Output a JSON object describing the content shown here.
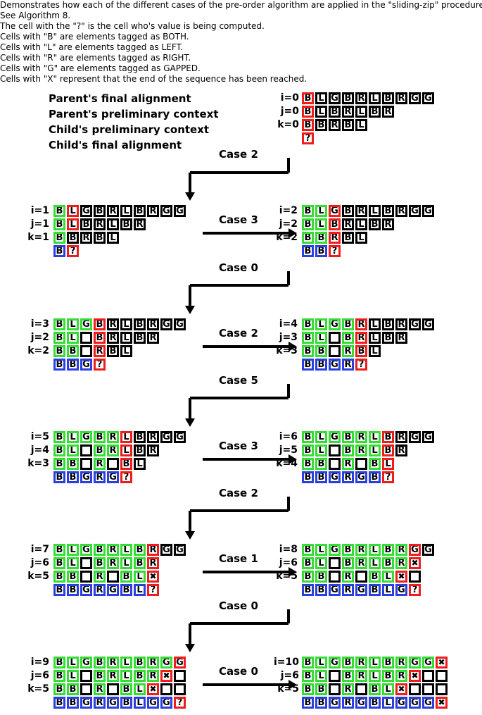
{
  "description": [
    "Demonstrates how each of the different cases of the pre-order algorithm are applied in the \"sliding-zip\" procedure.",
    "See Algorithm 8.",
    "The cell with the \"?\" is the cell who's value is being computed.",
    "Cells with \"B\" are elements tagged as BOTH.",
    "Cells with \"L\" are elements tagged as LEFT.",
    "Cells with \"R\" are elements tagged as RIGHT.",
    "Cells with \"G\" are elements tagged as GAPPED.",
    "Cells with \"X\" represent that the end of the sequence has been reached."
  ],
  "legend": [
    "Parent's final alignment",
    "Parent's preliminary context",
    "Child's preliminary context",
    "Child's final alignment"
  ],
  "colors": {
    "black": "#000000",
    "green": "#33dd33",
    "red": "#ee1c1c",
    "blue": "#2b3fe0"
  },
  "color_code": {
    "K": "black",
    "G": "green",
    "R": "red",
    "B": "blue"
  },
  "steps": [
    {
      "id": "s0",
      "labels": [
        "i=0",
        "j=0",
        "k=0"
      ],
      "rows": [
        {
          "text": "BLGBRLBRGG",
          "color": "RKKKKKKKKK"
        },
        {
          "text": "BLBRLBR",
          "color": "RKKKKKK"
        },
        {
          "text": "BBRBL",
          "color": "RKKKK"
        },
        {
          "text": "?",
          "color": "R"
        }
      ]
    },
    {
      "id": "s1",
      "labels": [
        "i=1",
        "j=1",
        "k=1"
      ],
      "rows": [
        {
          "text": "BLGBRLBRGG",
          "color": "GRKKKKKKKK"
        },
        {
          "text": "BLBRLBR",
          "color": "GRKKKKK"
        },
        {
          "text": "BBRBL",
          "color": "GKKKK"
        },
        {
          "text": "B?",
          "color": "BR"
        }
      ]
    },
    {
      "id": "s2",
      "labels": [
        "i=2",
        "j=2",
        "k=2"
      ],
      "rows": [
        {
          "text": "BLGBRLBRGG",
          "color": "GGRKKKKKKK"
        },
        {
          "text": "BLBRLBR",
          "color": "GGRKKKK"
        },
        {
          "text": "BBRBL",
          "color": "GGRKK"
        },
        {
          "text": "BB?",
          "color": "BBR"
        }
      ]
    },
    {
      "id": "s3",
      "labels": [
        "i=3",
        "j=2",
        "k=2"
      ],
      "rows": [
        {
          "text": "BLGBRLBRGG",
          "color": "GGGRKKKKKK"
        },
        {
          "text": "BL_BRLBR",
          "color": "GGKRKKKK"
        },
        {
          "text": "BB_RBL",
          "color": "GGKRKK"
        },
        {
          "text": "BBG?",
          "color": "BBBR"
        }
      ]
    },
    {
      "id": "s4",
      "labels": [
        "i=4",
        "j=3",
        "k=3"
      ],
      "rows": [
        {
          "text": "BLGBRLBRGG",
          "color": "GGGGRKKKKK"
        },
        {
          "text": "BL_BRLBR",
          "color": "GGKGRKKK"
        },
        {
          "text": "BB_RBL",
          "color": "GGKGRK"
        },
        {
          "text": "BBGR?",
          "color": "BBBBR"
        }
      ]
    },
    {
      "id": "s5",
      "labels": [
        "i=5",
        "j=4",
        "k=3"
      ],
      "rows": [
        {
          "text": "BLGBRLBRGG",
          "color": "GGGGGRKKKK"
        },
        {
          "text": "BL_BRLBR",
          "color": "GGKGGRKK"
        },
        {
          "text": "BB_R_BL",
          "color": "GGKGKRK"
        },
        {
          "text": "BBGRG?",
          "color": "BBBBBR"
        }
      ]
    },
    {
      "id": "s6",
      "labels": [
        "i=6",
        "j=5",
        "k=4"
      ],
      "rows": [
        {
          "text": "BLGBRLBRGG",
          "color": "GGGGGGRKKK"
        },
        {
          "text": "BL_BRLBR",
          "color": "GGKGGGRK"
        },
        {
          "text": "BB_R_BL",
          "color": "GGKGKGR"
        },
        {
          "text": "BBGRGB?",
          "color": "BBBBBBR"
        }
      ]
    },
    {
      "id": "s7",
      "labels": [
        "i=7",
        "j=6",
        "k=5"
      ],
      "rows": [
        {
          "text": "BLGBRLBRGG",
          "color": "GGGGGGGRKK"
        },
        {
          "text": "BL_BRLBR",
          "color": "GGKGGGGR"
        },
        {
          "text": "BB_R_BLX",
          "color": "GGKGKGGR"
        },
        {
          "text": "BBGRGBL?",
          "color": "BBBBBBBR"
        }
      ]
    },
    {
      "id": "s8",
      "labels": [
        "i=8",
        "j=6",
        "k=5"
      ],
      "rows": [
        {
          "text": "BLGBRLBRGG",
          "color": "GGGGGGGGRK"
        },
        {
          "text": "BL_BRLBRX",
          "color": "GGKGGGGGR"
        },
        {
          "text": "BB_R_BLX_",
          "color": "GGKGKGGRK"
        },
        {
          "text": "BBGRGBLG?",
          "color": "BBBBBBBBR"
        }
      ]
    },
    {
      "id": "s9",
      "labels": [
        "i=9",
        "j=6",
        "k=5"
      ],
      "rows": [
        {
          "text": "BLGBRLBRGG",
          "color": "GGGGGGGGGR"
        },
        {
          "text": "BL_BRLBRX_",
          "color": "GGKGGGGGRK"
        },
        {
          "text": "BB_R_BLX__",
          "color": "GGKGKGGRKK"
        },
        {
          "text": "BBGRGBLGG?",
          "color": "BBBBBBBBBR"
        }
      ]
    },
    {
      "id": "s10",
      "labels": [
        "i=10",
        "j=6",
        "k=5"
      ],
      "rows": [
        {
          "text": "BLGBRLBRGGX",
          "color": "GGGGGGGGGGR"
        },
        {
          "text": "BL_BRLBRX__",
          "color": "GGKGGGGGRKK"
        },
        {
          "text": "BB_R_BLX___",
          "color": "GGKGKGGRKKK"
        },
        {
          "text": "BBGRGBLGGGX",
          "color": "BBBBBBBBBBR"
        }
      ]
    }
  ],
  "transitions": [
    {
      "label": "Case 2"
    },
    {
      "label": "Case 3"
    },
    {
      "label": "Case 0"
    },
    {
      "label": "Case 2"
    },
    {
      "label": "Case 5"
    },
    {
      "label": "Case 3"
    },
    {
      "label": "Case 2"
    },
    {
      "label": "Case 1"
    },
    {
      "label": "Case 0"
    },
    {
      "label": "Case 0"
    }
  ]
}
